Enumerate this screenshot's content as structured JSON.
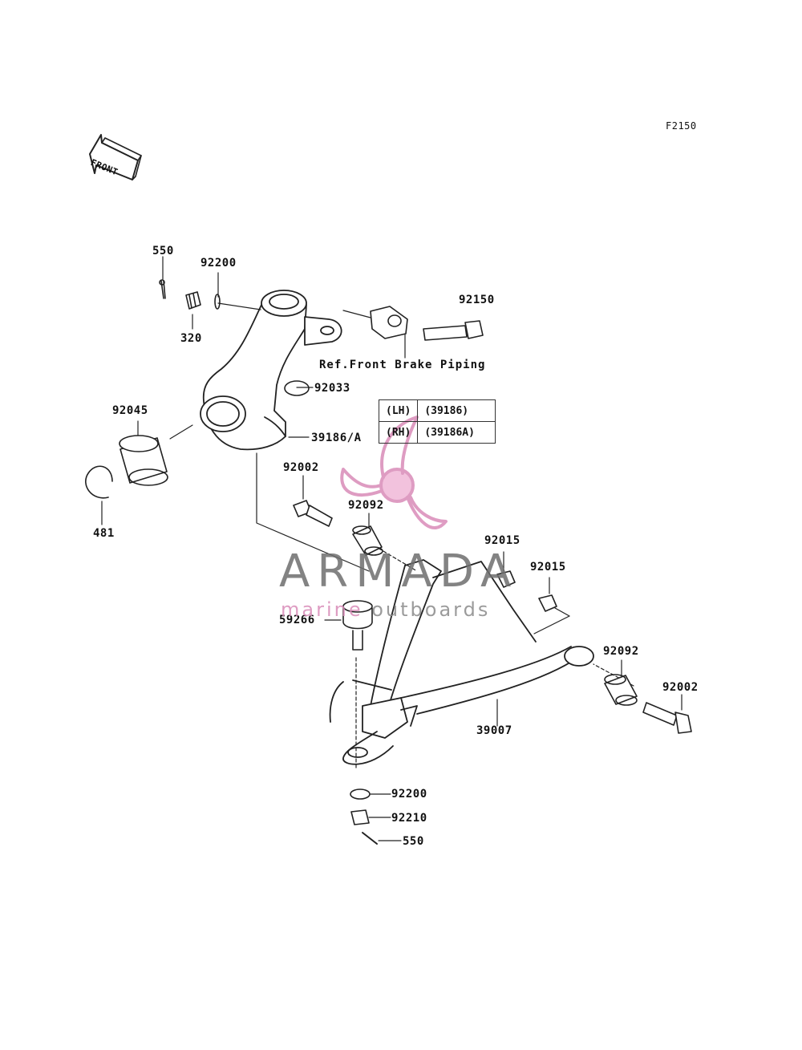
{
  "diagram": {
    "code": "F2150",
    "front_label": "FRONT",
    "ref_text": "Ref.Front Brake Piping",
    "parts": {
      "p550_top": "550",
      "p92200_top": "92200",
      "p320": "320",
      "p92150": "92150",
      "p92033": "92033",
      "p92045": "92045",
      "p39186a": "39186/A",
      "p481": "481",
      "p92002_left": "92002",
      "p92092_left": "92092",
      "p92015_a": "92015",
      "p92015_b": "92015",
      "p59266": "59266",
      "p92092_right": "92092",
      "p92002_right": "92002",
      "p39007": "39007",
      "p92200_bottom": "92200",
      "p92210": "92210",
      "p550_bottom": "550"
    },
    "side_table": [
      {
        "side": "(LH)",
        "part": "(39186)"
      },
      {
        "side": "(RH)",
        "part": "(39186A)"
      }
    ]
  },
  "watermark": {
    "brand": "ARMADA",
    "tagline_a": "marine",
    "tagline_b": " outboards",
    "colors": {
      "pink": "#d98bb8",
      "gray": "#6e6e6e"
    }
  }
}
